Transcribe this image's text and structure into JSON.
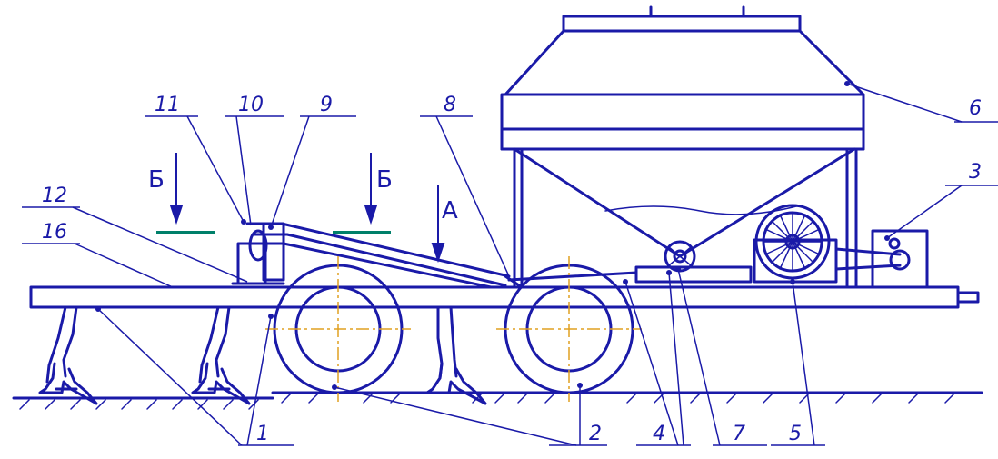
{
  "colors": {
    "stroke": "#1a1aa8",
    "ground_hatch": "#1a1aa8",
    "axis_line": "#e0a020",
    "section_marker": "#00806a",
    "background": "#ffffff"
  },
  "section_labels": {
    "section_b_left": "Б",
    "section_b_right": "Б",
    "view_a": "A"
  },
  "callouts": [
    {
      "id": "c1",
      "label": "1"
    },
    {
      "id": "c2",
      "label": "2"
    },
    {
      "id": "c3",
      "label": "3"
    },
    {
      "id": "c4",
      "label": "4"
    },
    {
      "id": "c5",
      "label": "5"
    },
    {
      "id": "c6",
      "label": "6"
    },
    {
      "id": "c7",
      "label": "7"
    },
    {
      "id": "c8",
      "label": "8"
    },
    {
      "id": "c9",
      "label": "9"
    },
    {
      "id": "c10",
      "label": "10"
    },
    {
      "id": "c11",
      "label": "11"
    },
    {
      "id": "c12",
      "label": "12"
    },
    {
      "id": "c16",
      "label": "16"
    }
  ]
}
